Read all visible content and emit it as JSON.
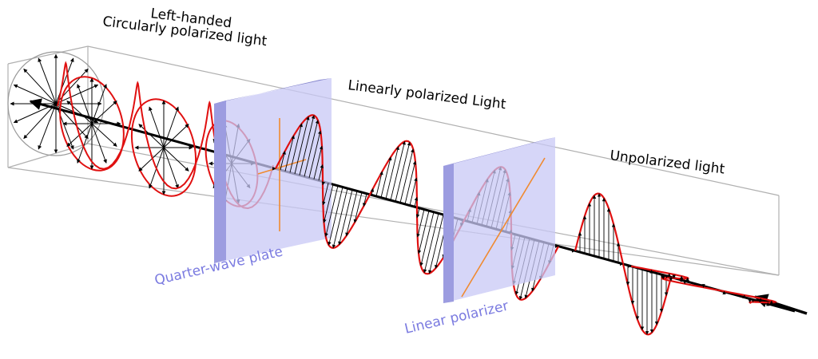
{
  "labels": {
    "circular_line1": "Left-handed",
    "circular_line2": "Circularly polarized light",
    "linear": "Linearly polarized Light",
    "unpolarized": "Unpolarized light",
    "quarter_wave": "Quarter-wave plate",
    "linear_polarizer": "Linear polarizer"
  },
  "colors": {
    "wave": "#e01010",
    "plate_fill": "#c8c8f5",
    "plate_edge": "#8080cc",
    "axis_line": "#f08a30",
    "label_blue": "#7a7ae0",
    "box_line": "#b0b0b0",
    "arrow": "#000000"
  }
}
